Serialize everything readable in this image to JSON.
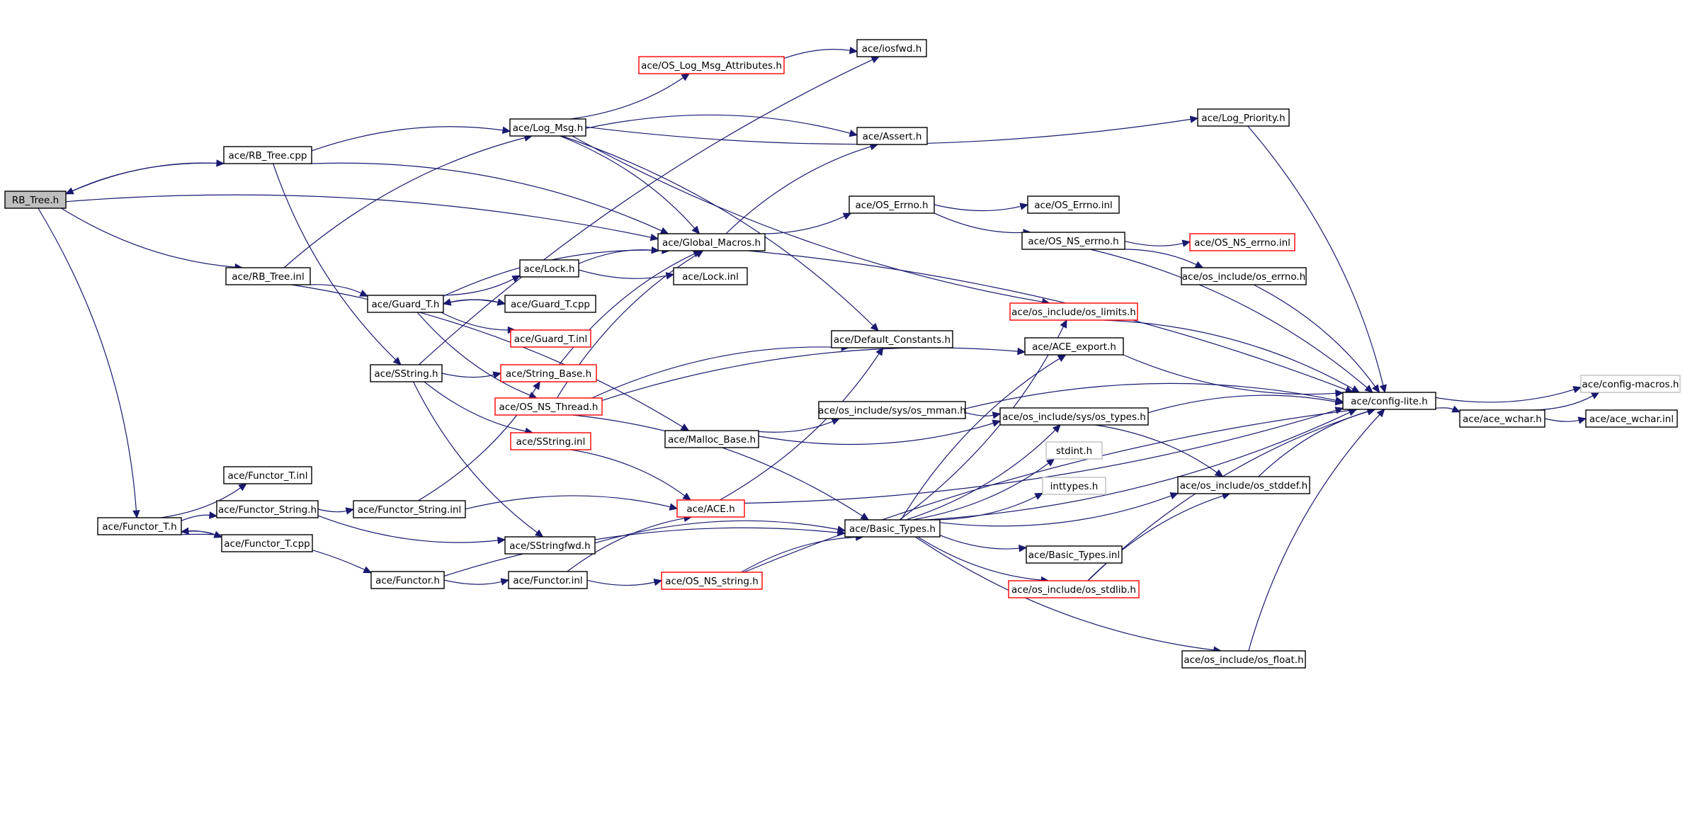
{
  "graph": {
    "nodes": [
      {
        "id": "rbtree_h",
        "label": "RB_Tree.h",
        "style": "root"
      },
      {
        "id": "rbtree_cpp",
        "label": "ace/RB_Tree.cpp",
        "style": "normal"
      },
      {
        "id": "rbtree_inl",
        "label": "ace/RB_Tree.inl",
        "style": "normal"
      },
      {
        "id": "functor_t_h",
        "label": "ace/Functor_T.h",
        "style": "normal"
      },
      {
        "id": "functor_t_inl",
        "label": "ace/Functor_T.inl",
        "style": "normal"
      },
      {
        "id": "functor_string_h",
        "label": "ace/Functor_String.h",
        "style": "normal"
      },
      {
        "id": "functor_t_cpp",
        "label": "ace/Functor_T.cpp",
        "style": "normal"
      },
      {
        "id": "functor_string_inl",
        "label": "ace/Functor_String.inl",
        "style": "normal"
      },
      {
        "id": "functor_h",
        "label": "ace/Functor.h",
        "style": "normal"
      },
      {
        "id": "functor_inl",
        "label": "ace/Functor.inl",
        "style": "normal"
      },
      {
        "id": "guard_t_h",
        "label": "ace/Guard_T.h",
        "style": "normal"
      },
      {
        "id": "sstring_h",
        "label": "ace/SString.h",
        "style": "normal"
      },
      {
        "id": "log_msg_h",
        "label": "ace/Log_Msg.h",
        "style": "normal"
      },
      {
        "id": "lock_h",
        "label": "ace/Lock.h",
        "style": "normal"
      },
      {
        "id": "guard_t_cpp",
        "label": "ace/Guard_T.cpp",
        "style": "normal"
      },
      {
        "id": "guard_t_inl",
        "label": "ace/Guard_T.inl",
        "style": "truncated"
      },
      {
        "id": "string_base_h",
        "label": "ace/String_Base.h",
        "style": "truncated"
      },
      {
        "id": "os_ns_thread_h",
        "label": "ace/OS_NS_Thread.h",
        "style": "truncated"
      },
      {
        "id": "sstring_inl",
        "label": "ace/SString.inl",
        "style": "truncated"
      },
      {
        "id": "sstringfwd_h",
        "label": "ace/SStringfwd.h",
        "style": "normal"
      },
      {
        "id": "os_log_msg_attr_h",
        "label": "ace/OS_Log_Msg_Attributes.h",
        "style": "truncated"
      },
      {
        "id": "global_macros_h",
        "label": "ace/Global_Macros.h",
        "style": "normal"
      },
      {
        "id": "lock_inl",
        "label": "ace/Lock.inl",
        "style": "normal"
      },
      {
        "id": "malloc_base_h",
        "label": "ace/Malloc_Base.h",
        "style": "normal"
      },
      {
        "id": "ace_h",
        "label": "ace/ACE.h",
        "style": "truncated"
      },
      {
        "id": "os_ns_string_h",
        "label": "ace/OS_NS_string.h",
        "style": "truncated"
      },
      {
        "id": "iosfwd_h",
        "label": "ace/iosfwd.h",
        "style": "normal"
      },
      {
        "id": "assert_h",
        "label": "ace/Assert.h",
        "style": "normal"
      },
      {
        "id": "os_errno_h",
        "label": "ace/OS_Errno.h",
        "style": "normal"
      },
      {
        "id": "default_constants_h",
        "label": "ace/Default_Constants.h",
        "style": "normal"
      },
      {
        "id": "os_mman_h",
        "label": "ace/os_include/sys/os_mman.h",
        "style": "normal"
      },
      {
        "id": "basic_types_h",
        "label": "ace/Basic_Types.h",
        "style": "normal"
      },
      {
        "id": "log_priority_h",
        "label": "ace/Log_Priority.h",
        "style": "normal"
      },
      {
        "id": "os_errno_inl",
        "label": "ace/OS_Errno.inl",
        "style": "normal"
      },
      {
        "id": "os_ns_errno_h",
        "label": "ace/OS_NS_errno.h",
        "style": "normal"
      },
      {
        "id": "os_limits_h",
        "label": "ace/os_include/os_limits.h",
        "style": "truncated"
      },
      {
        "id": "ace_export_h",
        "label": "ace/ACE_export.h",
        "style": "normal"
      },
      {
        "id": "os_types_h",
        "label": "ace/os_include/sys/os_types.h",
        "style": "normal"
      },
      {
        "id": "stdint_h",
        "label": "stdint.h",
        "style": "external"
      },
      {
        "id": "inttypes_h",
        "label": "inttypes.h",
        "style": "external"
      },
      {
        "id": "basic_types_inl",
        "label": "ace/Basic_Types.inl",
        "style": "normal"
      },
      {
        "id": "os_stdlib_h",
        "label": "ace/os_include/os_stdlib.h",
        "style": "truncated"
      },
      {
        "id": "os_ns_errno_inl",
        "label": "ace/OS_NS_errno.inl",
        "style": "truncated"
      },
      {
        "id": "os_include_errno_h",
        "label": "ace/os_include/os_errno.h",
        "style": "normal"
      },
      {
        "id": "os_stddef_h",
        "label": "ace/os_include/os_stddef.h",
        "style": "normal"
      },
      {
        "id": "os_float_h",
        "label": "ace/os_include/os_float.h",
        "style": "normal"
      },
      {
        "id": "config_lite_h",
        "label": "ace/config-lite.h",
        "style": "normal"
      },
      {
        "id": "ace_wchar_h",
        "label": "ace/ace_wchar.h",
        "style": "normal"
      },
      {
        "id": "config_macros_h",
        "label": "ace/config-macros.h",
        "style": "external"
      },
      {
        "id": "ace_wchar_inl",
        "label": "ace/ace_wchar.inl",
        "style": "normal"
      }
    ],
    "edges": [
      [
        "rbtree_h",
        "rbtree_cpp"
      ],
      [
        "rbtree_h",
        "rbtree_inl"
      ],
      [
        "rbtree_h",
        "functor_t_h"
      ],
      [
        "rbtree_h",
        "global_macros_h"
      ],
      [
        "rbtree_cpp",
        "rbtree_h"
      ],
      [
        "rbtree_cpp",
        "log_msg_h"
      ],
      [
        "rbtree_cpp",
        "global_macros_h"
      ],
      [
        "rbtree_cpp",
        "sstring_h"
      ],
      [
        "rbtree_inl",
        "guard_t_h"
      ],
      [
        "rbtree_inl",
        "log_msg_h"
      ],
      [
        "rbtree_inl",
        "malloc_base_h"
      ],
      [
        "functor_t_h",
        "functor_t_inl"
      ],
      [
        "functor_t_h",
        "functor_string_h"
      ],
      [
        "functor_t_h",
        "functor_t_cpp"
      ],
      [
        "functor_t_h",
        "functor_h"
      ],
      [
        "functor_t_cpp",
        "functor_t_h"
      ],
      [
        "functor_string_h",
        "functor_string_inl"
      ],
      [
        "functor_string_h",
        "sstringfwd_h"
      ],
      [
        "functor_string_inl",
        "ace_h"
      ],
      [
        "functor_string_inl",
        "string_base_h"
      ],
      [
        "functor_h",
        "functor_inl"
      ],
      [
        "functor_h",
        "basic_types_h"
      ],
      [
        "functor_inl",
        "os_ns_string_h"
      ],
      [
        "functor_inl",
        "ace_h"
      ],
      [
        "guard_t_h",
        "lock_h"
      ],
      [
        "guard_t_h",
        "guard_t_cpp"
      ],
      [
        "guard_t_h",
        "guard_t_inl"
      ],
      [
        "guard_t_h",
        "os_ns_thread_h"
      ],
      [
        "guard_t_h",
        "global_macros_h"
      ],
      [
        "guard_t_cpp",
        "guard_t_h"
      ],
      [
        "lock_h",
        "lock_inl"
      ],
      [
        "lock_h",
        "global_macros_h"
      ],
      [
        "sstring_h",
        "string_base_h"
      ],
      [
        "sstring_h",
        "sstring_inl"
      ],
      [
        "sstring_h",
        "sstringfwd_h"
      ],
      [
        "sstring_h",
        "iosfwd_h"
      ],
      [
        "sstring_inl",
        "ace_h"
      ],
      [
        "string_base_h",
        "global_macros_h"
      ],
      [
        "os_ns_thread_h",
        "global_macros_h"
      ],
      [
        "os_ns_thread_h",
        "default_constants_h"
      ],
      [
        "os_ns_thread_h",
        "ace_export_h"
      ],
      [
        "os_ns_thread_h",
        "basic_types_h"
      ],
      [
        "log_msg_h",
        "os_log_msg_attr_h"
      ],
      [
        "log_msg_h",
        "log_priority_h"
      ],
      [
        "log_msg_h",
        "assert_h"
      ],
      [
        "log_msg_h",
        "global_macros_h"
      ],
      [
        "log_msg_h",
        "default_constants_h"
      ],
      [
        "log_msg_h",
        "os_limits_h"
      ],
      [
        "os_log_msg_attr_h",
        "iosfwd_h"
      ],
      [
        "global_macros_h",
        "os_errno_h"
      ],
      [
        "global_macros_h",
        "assert_h"
      ],
      [
        "global_macros_h",
        "config_lite_h"
      ],
      [
        "os_errno_h",
        "os_errno_inl"
      ],
      [
        "os_errno_h",
        "os_ns_errno_h"
      ],
      [
        "os_ns_errno_h",
        "os_ns_errno_inl"
      ],
      [
        "os_ns_errno_h",
        "os_include_errno_h"
      ],
      [
        "os_ns_errno_h",
        "config_lite_h"
      ],
      [
        "os_include_errno_h",
        "config_lite_h"
      ],
      [
        "os_limits_h",
        "config_lite_h"
      ],
      [
        "malloc_base_h",
        "os_mman_h"
      ],
      [
        "malloc_base_h",
        "os_types_h"
      ],
      [
        "os_mman_h",
        "os_types_h"
      ],
      [
        "os_mman_h",
        "config_lite_h"
      ],
      [
        "ace_h",
        "default_constants_h"
      ],
      [
        "ace_h",
        "config_lite_h"
      ],
      [
        "sstringfwd_h",
        "basic_types_h"
      ],
      [
        "os_ns_string_h",
        "basic_types_h"
      ],
      [
        "os_ns_string_h",
        "config_lite_h"
      ],
      [
        "basic_types_h",
        "os_limits_h"
      ],
      [
        "basic_types_h",
        "ace_export_h"
      ],
      [
        "basic_types_h",
        "os_types_h"
      ],
      [
        "basic_types_h",
        "stdint_h"
      ],
      [
        "basic_types_h",
        "inttypes_h"
      ],
      [
        "basic_types_h",
        "os_stddef_h"
      ],
      [
        "basic_types_h",
        "basic_types_inl"
      ],
      [
        "basic_types_h",
        "os_stdlib_h"
      ],
      [
        "basic_types_h",
        "os_float_h"
      ],
      [
        "basic_types_h",
        "config_lite_h"
      ],
      [
        "ace_export_h",
        "config_lite_h"
      ],
      [
        "os_types_h",
        "config_lite_h"
      ],
      [
        "os_types_h",
        "os_stddef_h"
      ],
      [
        "os_stdlib_h",
        "os_stddef_h"
      ],
      [
        "os_stdlib_h",
        "config_lite_h"
      ],
      [
        "os_stddef_h",
        "config_lite_h"
      ],
      [
        "os_float_h",
        "config_lite_h"
      ],
      [
        "log_priority_h",
        "config_lite_h"
      ],
      [
        "config_lite_h",
        "config_macros_h"
      ],
      [
        "config_lite_h",
        "ace_wchar_h"
      ],
      [
        "ace_wchar_h",
        "ace_wchar_inl"
      ],
      [
        "ace_wchar_h",
        "config_macros_h"
      ]
    ]
  },
  "colors": {
    "edge": "#191970",
    "root_fill": "#bfbfbf",
    "normal_border": "#000000",
    "truncated_border": "#ff0000",
    "external_border": "#bfbfbf"
  }
}
